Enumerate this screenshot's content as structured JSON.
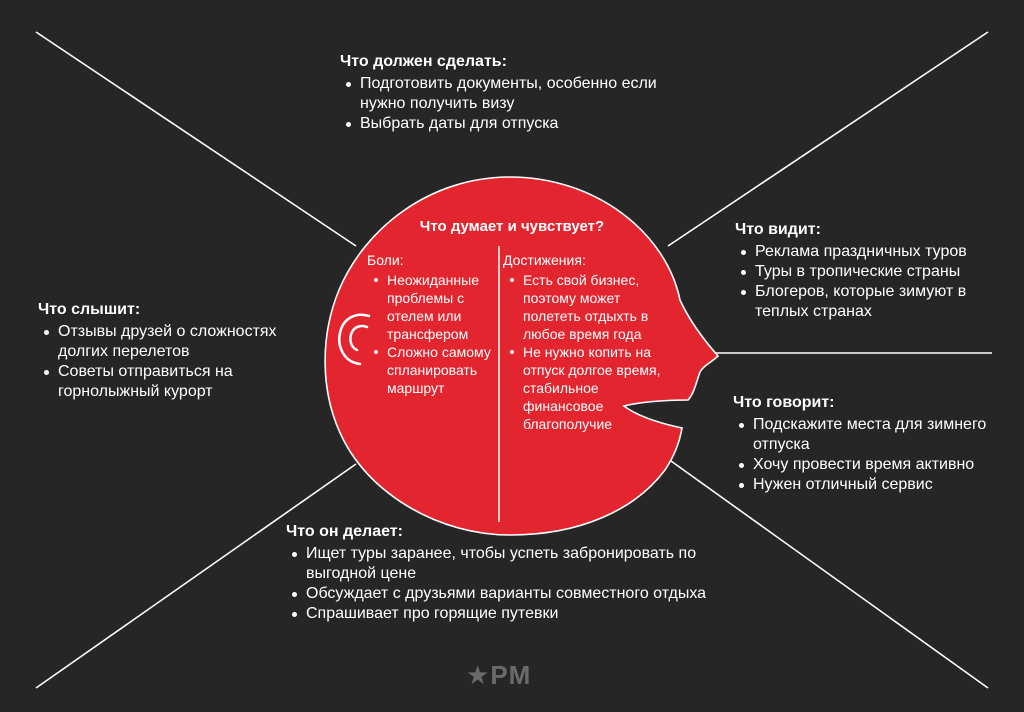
{
  "colors": {
    "background": "#262626",
    "head": "#e2252f",
    "text": "#ffffff",
    "lines": "#ffffff",
    "logo": "#6a6a6a"
  },
  "center": {
    "title": "Что думает и чувствует?",
    "pains": {
      "label": "Боли:",
      "items": [
        "Неожиданные проблемы с отелем или трансфером",
        "Сложно самому спланировать маршрут"
      ]
    },
    "gains": {
      "label": "Достижения:",
      "items": [
        "Есть свой бизнес, поэтому может полететь отдыхть в любое время года",
        "Не нужно копить на отпуск долгое время, стабильное финансовое благополучие"
      ]
    }
  },
  "must_do": {
    "title": "Что должен сделать:",
    "items": [
      "Подготовить документы, особенно если нужно получить визу",
      "Выбрать даты для отпуска"
    ]
  },
  "sees": {
    "title": "Что видит:",
    "items": [
      "Реклама праздничных туров",
      "Туры в тропические страны",
      "Блогеров, которые зимуют в теплых странах"
    ]
  },
  "hears": {
    "title": "Что слышит:",
    "items": [
      "Отзывы друзей о сложностях долгих перелетов",
      "Советы отправиться на горнолыжный курорт"
    ]
  },
  "says": {
    "title": "Что говорит:",
    "items": [
      "Подскажите места для зимнего отпуска",
      "Хочу провести время активно",
      "Нужен отличный сервис"
    ]
  },
  "does": {
    "title": "Что он делает:",
    "items": [
      "Ищет туры заранее, чтобы успеть забронировать по выгодной цене",
      "Обсуждает с друзьями варианты совместного отдыха",
      "Спрашивает про горящие путевки"
    ]
  },
  "logo": {
    "star": "★",
    "text": "PM"
  }
}
